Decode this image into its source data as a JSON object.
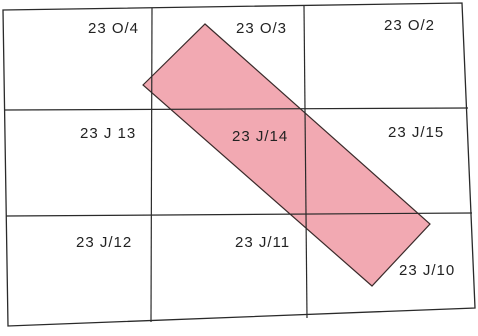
{
  "map": {
    "colors": {
      "grid_line": "#2a2a2a",
      "outline": "#2a2a2a",
      "highlight_fill": "#f09aa5",
      "highlight_stroke": "#3a2a2a",
      "label": "#222222"
    },
    "sheets": [
      {
        "id": "23O4",
        "label": "23 O/4"
      },
      {
        "id": "23O3",
        "label": "23 O/3"
      },
      {
        "id": "23O2",
        "label": "23 O/2"
      },
      {
        "id": "23J13",
        "label": "23 J 13"
      },
      {
        "id": "23J14",
        "label": "23 J/14"
      },
      {
        "id": "23J15",
        "label": "23 J/15"
      },
      {
        "id": "23J12",
        "label": "23 J/12"
      },
      {
        "id": "23J11",
        "label": "23 J/11"
      },
      {
        "id": "23J10",
        "label": "23 J/10"
      }
    ],
    "highlighted_area": "survey-corridor"
  }
}
